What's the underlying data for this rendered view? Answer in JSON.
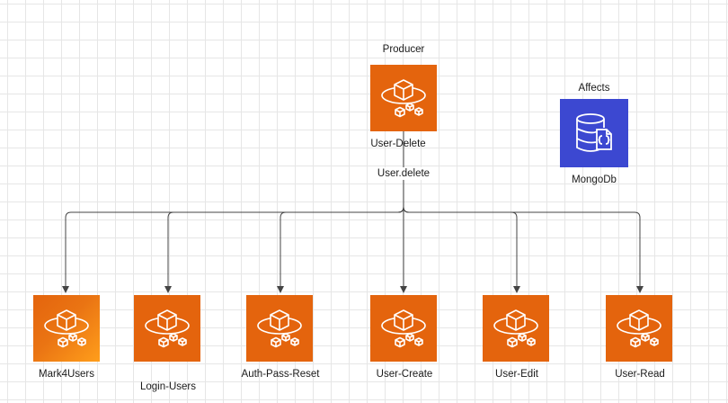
{
  "producer": {
    "title": "Producer",
    "name": "User-Delete",
    "icon": "lambda-function-icon"
  },
  "event": {
    "label": "User.delete"
  },
  "database": {
    "title": "Affects",
    "name": "MongoDb",
    "icon": "database-icon"
  },
  "consumers": [
    {
      "name": "Mark4Users",
      "icon": "lambda-function-icon"
    },
    {
      "name": "Login-Users",
      "icon": "lambda-function-icon"
    },
    {
      "name": "Auth-Pass-Reset",
      "icon": "lambda-function-icon"
    },
    {
      "name": "User-Create",
      "icon": "lambda-function-icon"
    },
    {
      "name": "User-Edit",
      "icon": "lambda-function-icon"
    },
    {
      "name": "User-Read",
      "icon": "lambda-function-icon"
    }
  ],
  "colors": {
    "lambda_orange": "#E4640D",
    "database_blue": "#3C48D1",
    "connector": "#444444",
    "grid": "#e6e6e6"
  }
}
